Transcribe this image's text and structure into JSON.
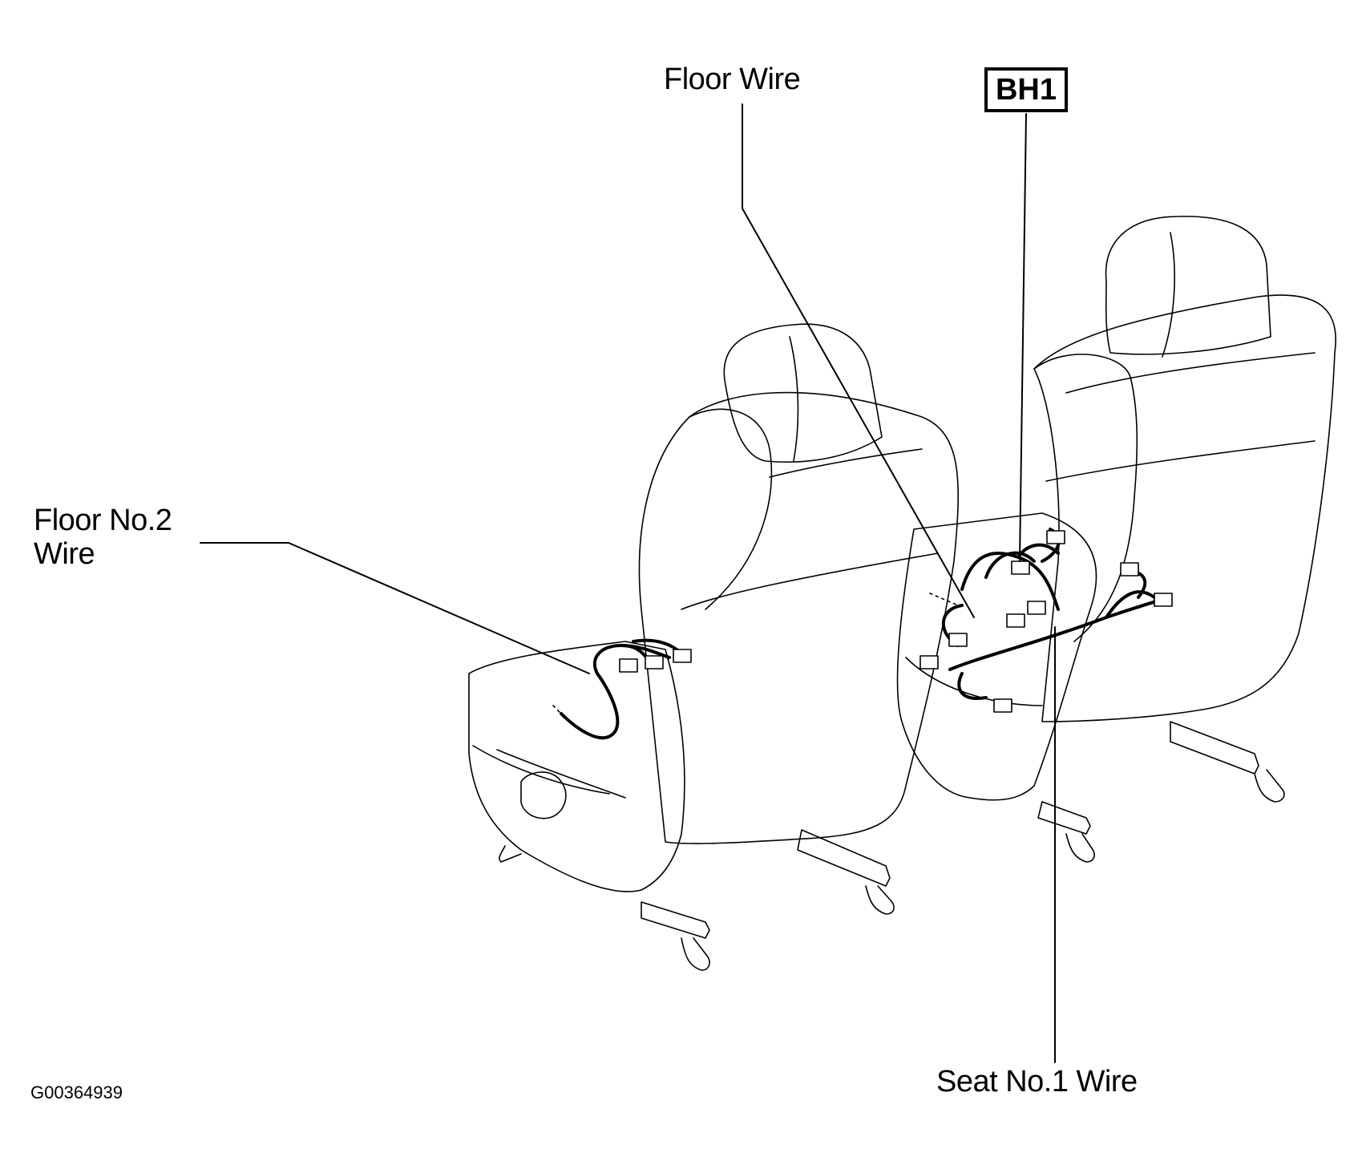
{
  "labels": {
    "floor_wire": "Floor Wire",
    "connector_code": "BH1",
    "floor_no2_wire_line1": "Floor No.2",
    "floor_no2_wire_line2": "Wire",
    "seat_no1_wire": "Seat No.1 Wire",
    "figure_id": "G00364939"
  }
}
